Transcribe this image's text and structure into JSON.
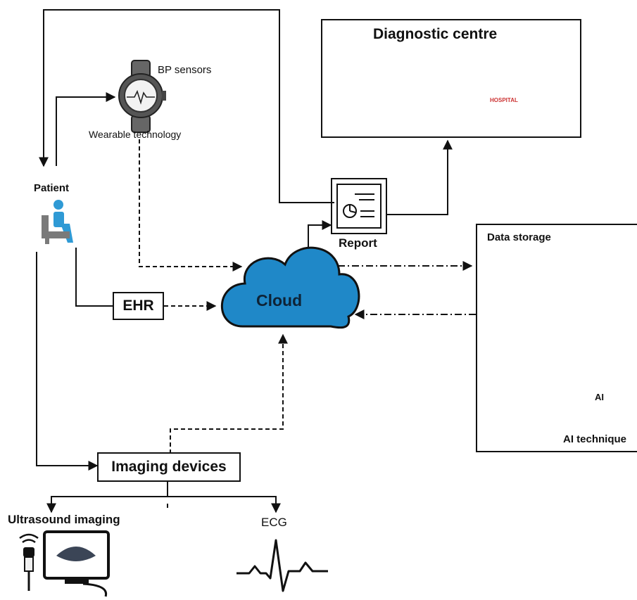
{
  "labels": {
    "diagnostic_centre": "Diagnostic centre",
    "bp_sensors": "BP sensors",
    "wearable": "Wearable technology",
    "patient": "Patient",
    "report": "Report",
    "data_storage": "Data storage",
    "cloud": "Cloud",
    "ehr": "EHR",
    "ai_technique": "AI technique",
    "ai_chip": "AI",
    "imaging_devices": "Imaging devices",
    "ultrasound": "Ultrasound imaging",
    "ecg": "ECG",
    "hospital_sign": "HOSPITAL"
  },
  "colors": {
    "cloud_fill": "#1f88c8",
    "line": "#111111",
    "doctor_blue": "#3aa6dd",
    "storage_dark": "#1d5f8a",
    "hospital_wall": "#dfe8f0"
  },
  "icons": [
    "watch-icon",
    "patient-icon",
    "doctor-icon",
    "hospital-icon",
    "report-icon",
    "database-icon",
    "brain-icon",
    "ultrasound-icon",
    "ecg-icon",
    "cloud-icon"
  ]
}
